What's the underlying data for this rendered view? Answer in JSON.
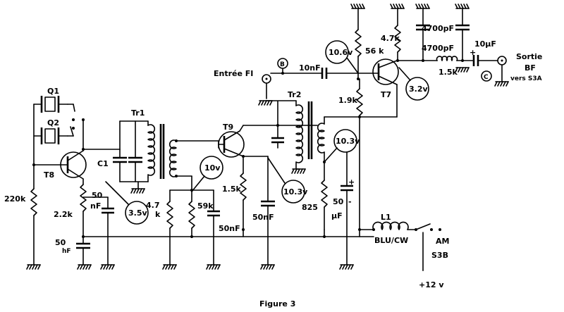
{
  "caption": "Figure 3",
  "labels": {
    "q1": "Q1",
    "q2": "Q2",
    "t8": "T8",
    "c1": "C1",
    "tr1": "Tr1",
    "r220k": "220k",
    "c50_top": "50",
    "r2_2k": "2.2k",
    "nf": "nF",
    "c50_bottom": "50",
    "nf_lower": "hF",
    "r4_7": "4.7",
    "k": "k",
    "r59k": "59k",
    "c50nf_a": "50nF",
    "t9": "T9",
    "r1_5k_a": "1.5k",
    "c50nf_b": "50nF",
    "tr2": "Tr2",
    "r825": "825",
    "c50": "50",
    "uf": "µF",
    "plus": "+",
    "minus": "-",
    "l1": "L1",
    "blu_cw": "BLU/CW",
    "am": "AM",
    "s3b": "S3B",
    "v12": "+12 v",
    "entree_fi": "Entrée FI",
    "b": "B",
    "c10nf": "10nF",
    "r56k": "56 k",
    "r1_9k": "1.9k",
    "r4_7k": "4.7k",
    "t7": "T7",
    "c4700_a": "4700pF",
    "c4700_b": "4700pF",
    "r1_5k_b": "1.5k",
    "c10uf": "10µF",
    "c": "C",
    "sortie": "Sortie",
    "bf": "BF",
    "vers_s3a": "vers S3A"
  },
  "probes": {
    "v3_5": "3.5v",
    "v10": "10v",
    "v10_3a": "10.3v",
    "v10_3b": "10.3v",
    "v10_6": "10.6v",
    "v3_2": "3.2v"
  }
}
